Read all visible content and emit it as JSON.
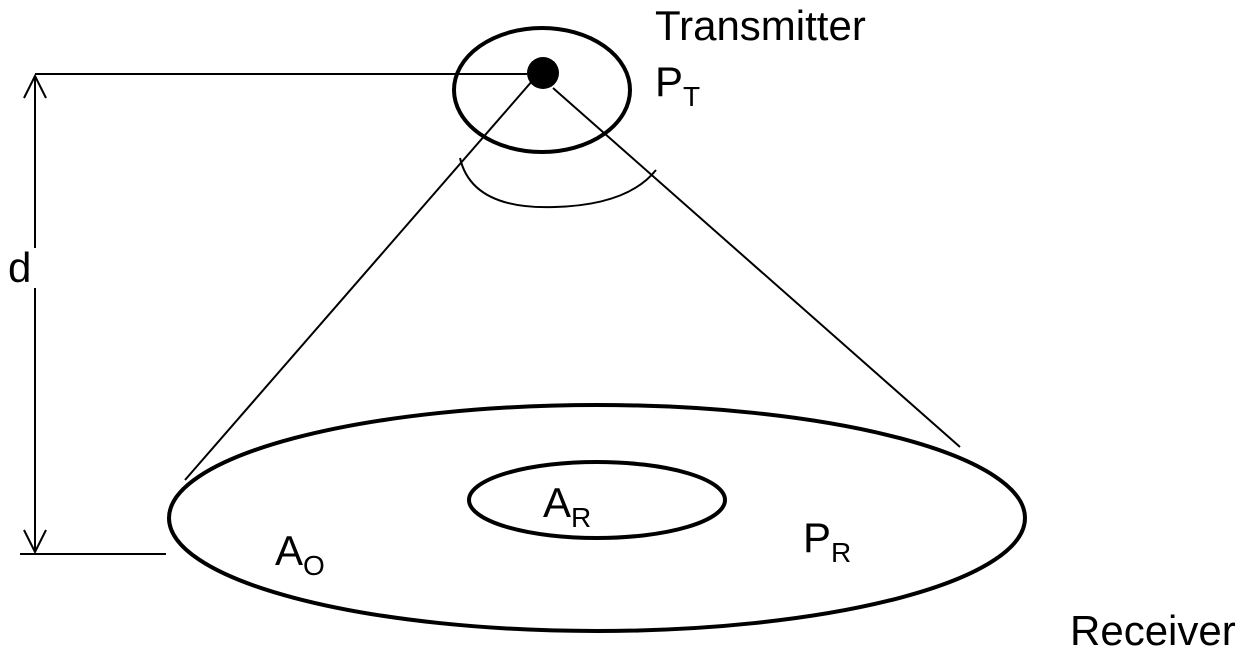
{
  "diagram": {
    "transmitter": {
      "label": "Transmitter",
      "power_symbol": "P",
      "power_subscript": "T"
    },
    "receiver": {
      "label": "Receiver",
      "power_symbol": "P",
      "power_subscript": "R",
      "aperture_symbol": "A",
      "aperture_subscript": "R"
    },
    "coverage_area": {
      "symbol": "A",
      "subscript": "O"
    },
    "distance": {
      "label": "d"
    }
  },
  "colors": {
    "stroke": "#000000",
    "background": "#ffffff"
  }
}
